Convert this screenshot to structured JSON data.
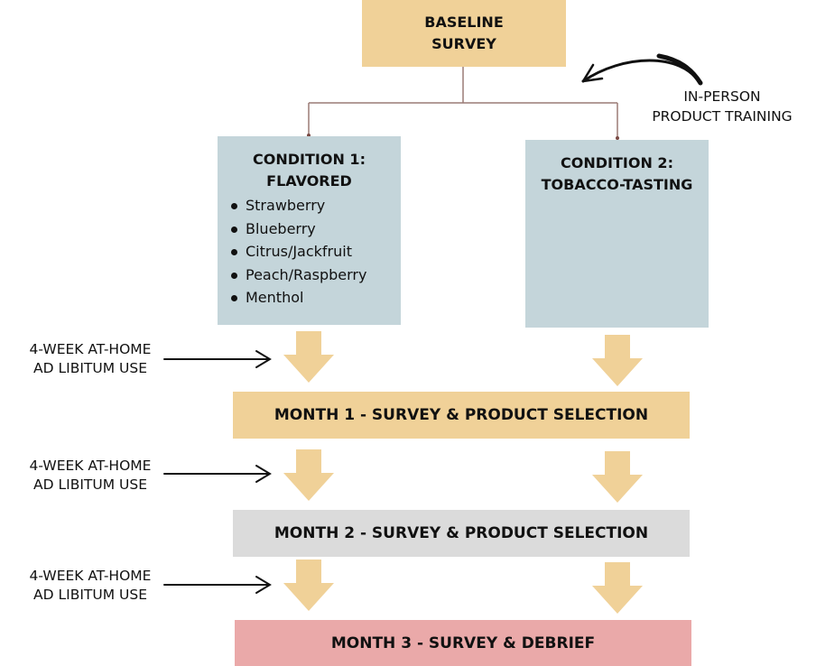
{
  "baseline": {
    "line1": "BASELINE",
    "line2": "SURVEY"
  },
  "training_note": {
    "line1": "IN-PERSON",
    "line2": "PRODUCT TRAINING"
  },
  "conditions": [
    {
      "title_line1": "CONDITION 1:",
      "title_line2": "FLAVORED",
      "flavors": [
        "Strawberry",
        "Blueberry",
        "Citrus/Jackfruit",
        "Peach/Raspberry",
        "Menthol"
      ]
    },
    {
      "title_line1": "CONDITION 2:",
      "title_line2": "TOBACCO-TASTING",
      "flavors": []
    }
  ],
  "use_periods": [
    {
      "line1": "4-WEEK AT-HOME",
      "line2": "AD LIBITUM USE"
    },
    {
      "line1": "4-WEEK AT-HOME",
      "line2": "AD LIBITUM USE"
    },
    {
      "line1": "4-WEEK AT-HOME",
      "line2": "AD LIBITUM USE"
    }
  ],
  "milestones": [
    {
      "label": "MONTH 1 - SURVEY & PRODUCT SELECTION"
    },
    {
      "label": "MONTH 2 - SURVEY & PRODUCT SELECTION"
    },
    {
      "label": "MONTH 3 - SURVEY & DEBRIEF"
    }
  ],
  "colors": {
    "baseline": "#f0d198",
    "condition": "#c4d5da",
    "month1": "#f0d198",
    "month2": "#dbdbdb",
    "month3": "#eaa9a9",
    "flow_arrow": "#f0d198",
    "connector": "#9a7b76"
  }
}
